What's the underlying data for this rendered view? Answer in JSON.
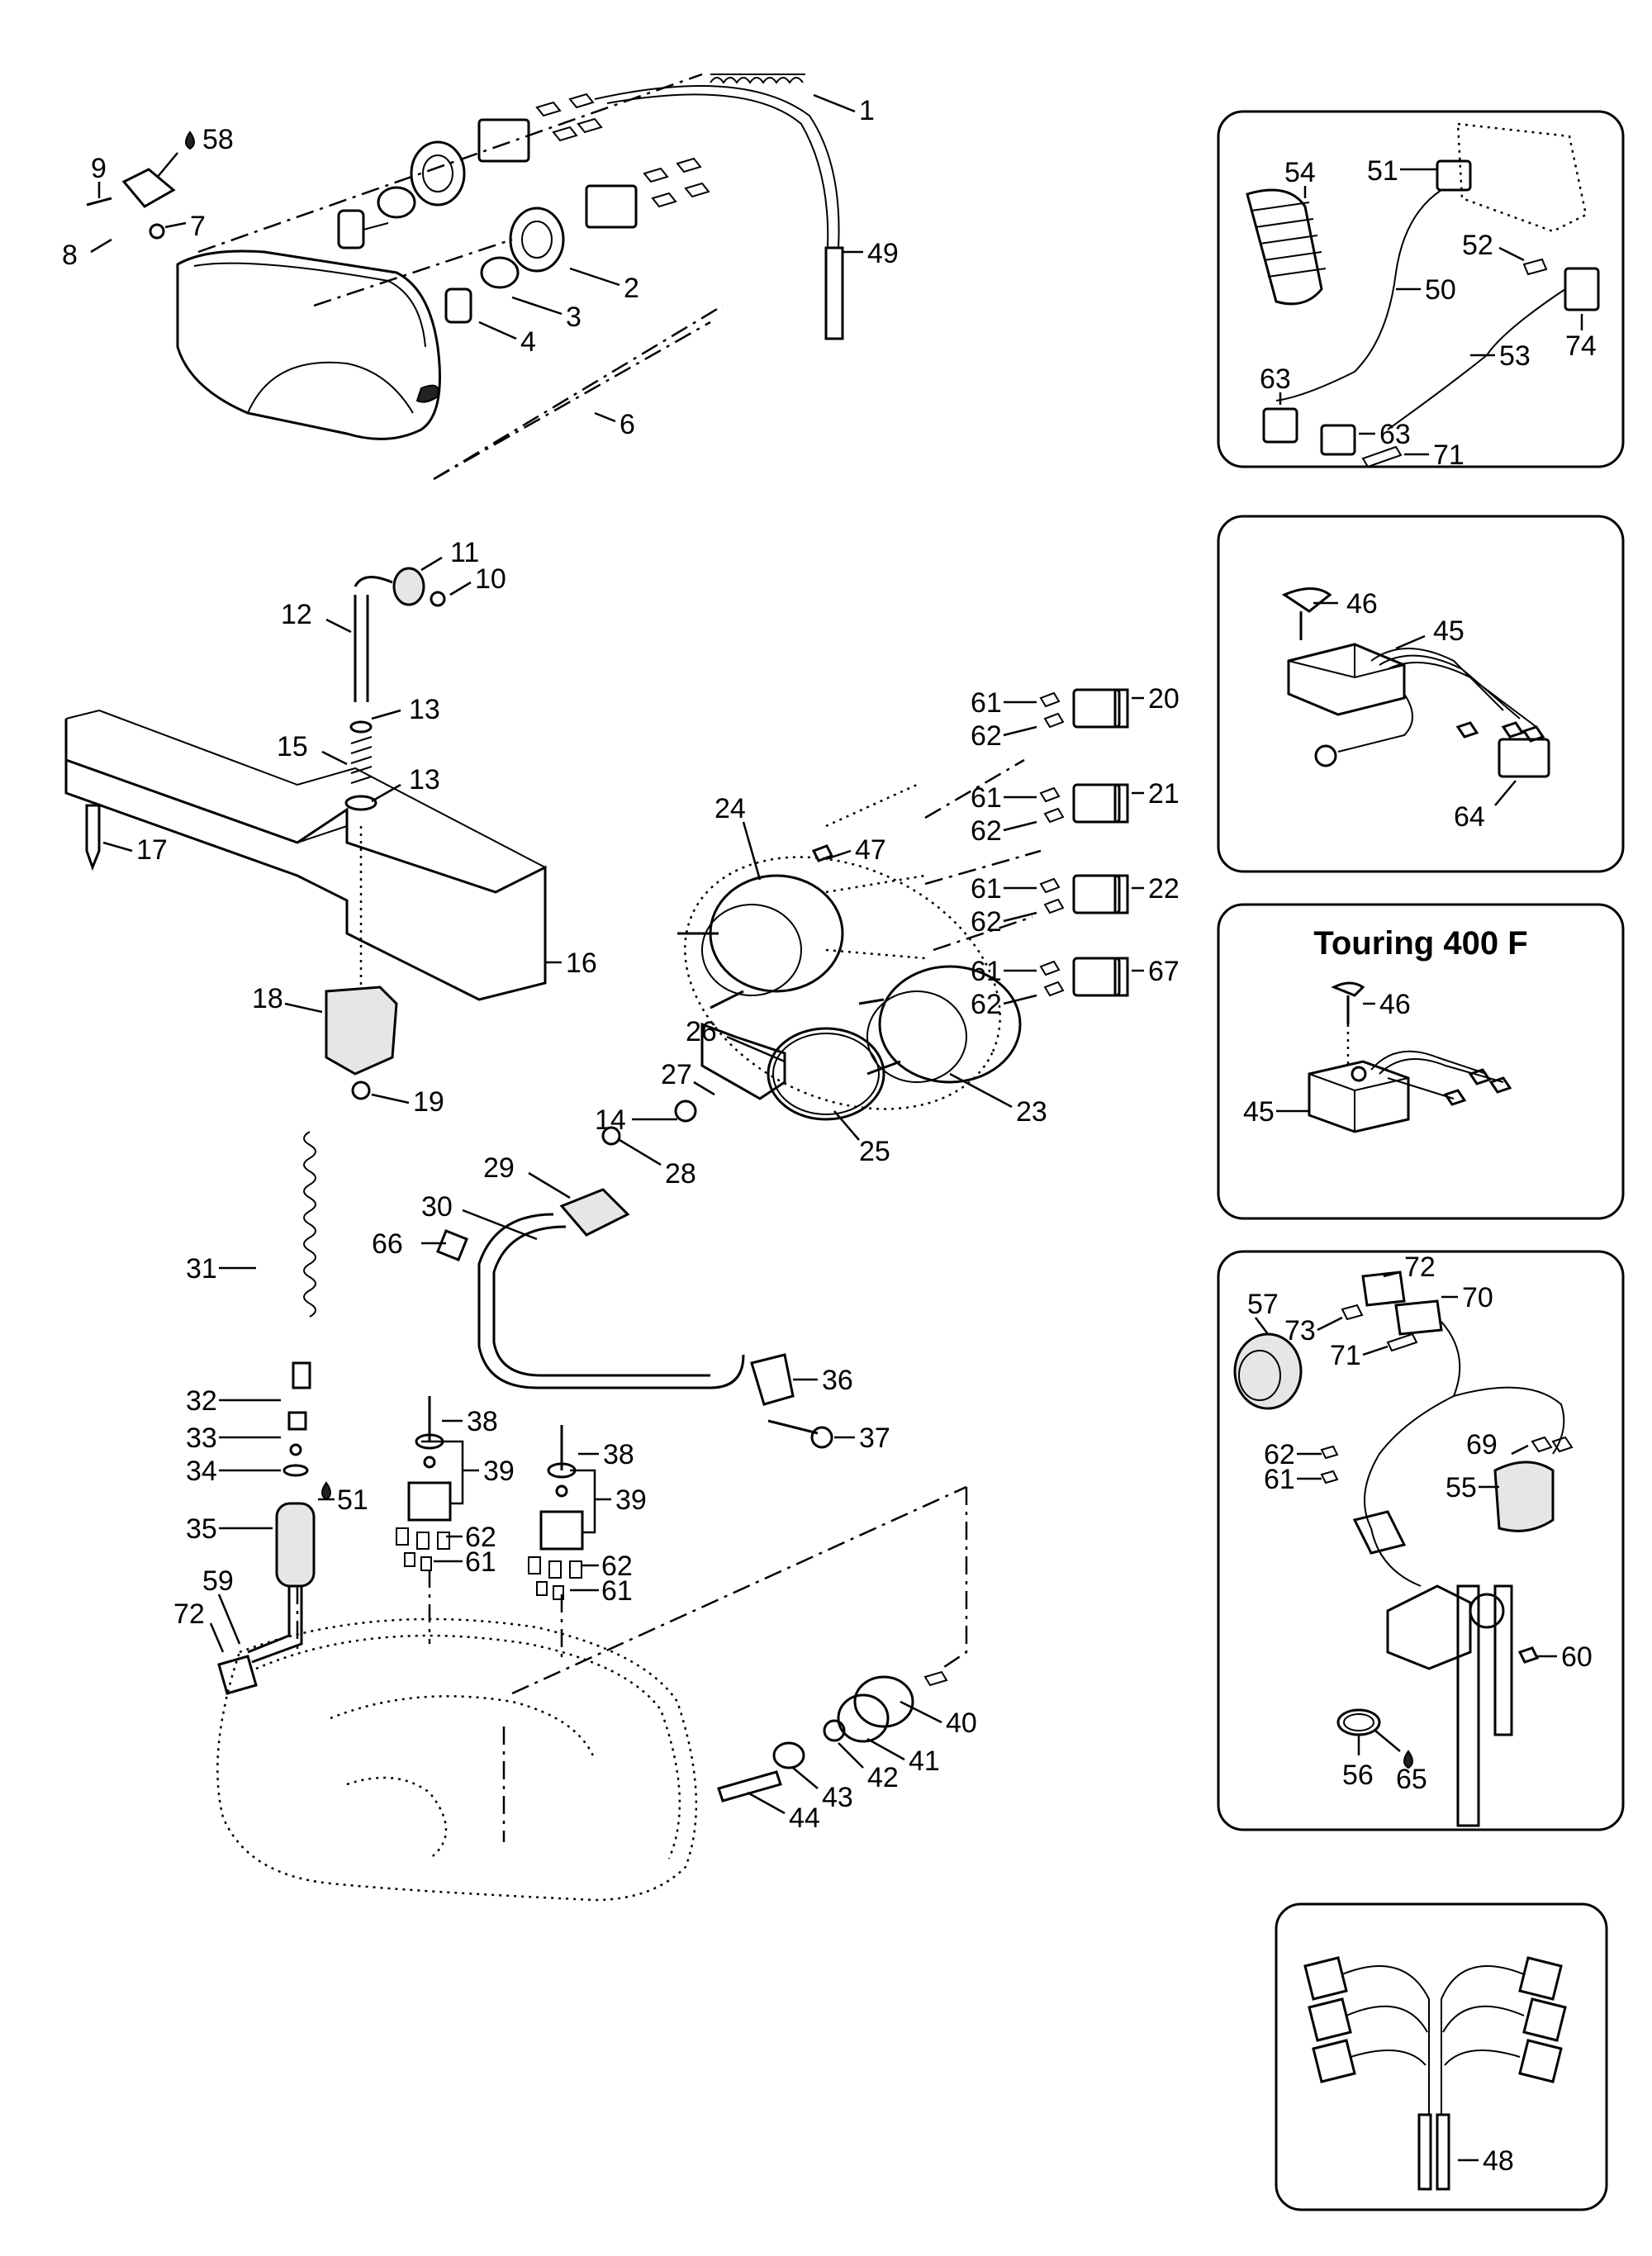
{
  "labels": {
    "p1": "1",
    "p2": "2",
    "p3": "3",
    "p4": "4",
    "p6": "6",
    "p7": "7",
    "p8": "8",
    "p9": "9",
    "p10": "10",
    "p11": "11",
    "p12": "12",
    "p13a": "13",
    "p13b": "13",
    "p14": "14",
    "p15": "15",
    "p16": "16",
    "p17": "17",
    "p18": "18",
    "p19": "19",
    "p20": "20",
    "p21": "21",
    "p22": "22",
    "p23": "23",
    "p24": "24",
    "p25": "25",
    "p26": "26",
    "p27": "27",
    "p28": "28",
    "p29": "29",
    "p30": "30",
    "p31": "31",
    "p32": "32",
    "p33": "33",
    "p34": "34",
    "p35": "35",
    "p36": "36",
    "p37": "37",
    "p38a": "38",
    "p38b": "38",
    "p39a": "39",
    "p39b": "39",
    "p40": "40",
    "p41": "41",
    "p42": "42",
    "p43": "43",
    "p44": "44",
    "p47": "47",
    "p49": "49",
    "p51a": "51",
    "p58": "58",
    "p59": "59",
    "p61a": "61",
    "p61b": "61",
    "p61c": "61",
    "p61d": "61",
    "p61e": "61",
    "p61f": "61",
    "p62a": "62",
    "p62b": "62",
    "p62c": "62",
    "p62d": "62",
    "p62e": "62",
    "p62f": "62",
    "p66": "66",
    "p67": "67",
    "p72a": "72"
  },
  "inset1": {
    "p50": "50",
    "p51": "51",
    "p52": "52",
    "p53": "53",
    "p54": "54",
    "p63a": "63",
    "p63b": "63",
    "p71": "71",
    "p74": "74"
  },
  "inset2": {
    "p45": "45",
    "p46": "46",
    "p64": "64"
  },
  "inset3": {
    "title": "Touring 400 F",
    "p45": "45",
    "p46": "46"
  },
  "inset4": {
    "p55": "55",
    "p56": "56",
    "p57": "57",
    "p60": "60",
    "p61": "61",
    "p62": "62",
    "p65": "65",
    "p69": "69",
    "p70": "70",
    "p71": "71",
    "p72": "72",
    "p73": "73"
  },
  "inset5": {
    "p48": "48"
  }
}
